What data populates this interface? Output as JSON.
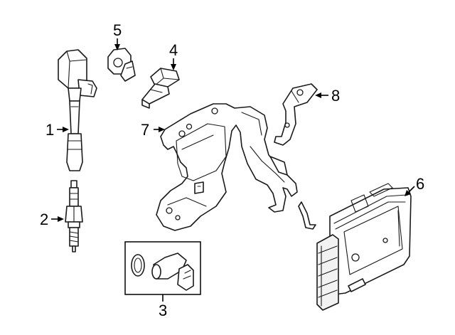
{
  "callouts": {
    "c1": "1",
    "c2": "2",
    "c3": "3",
    "c4": "4",
    "c5": "5",
    "c6": "6",
    "c7": "7",
    "c8": "8"
  },
  "line_color": "#1a1a1a",
  "background": "#ffffff"
}
